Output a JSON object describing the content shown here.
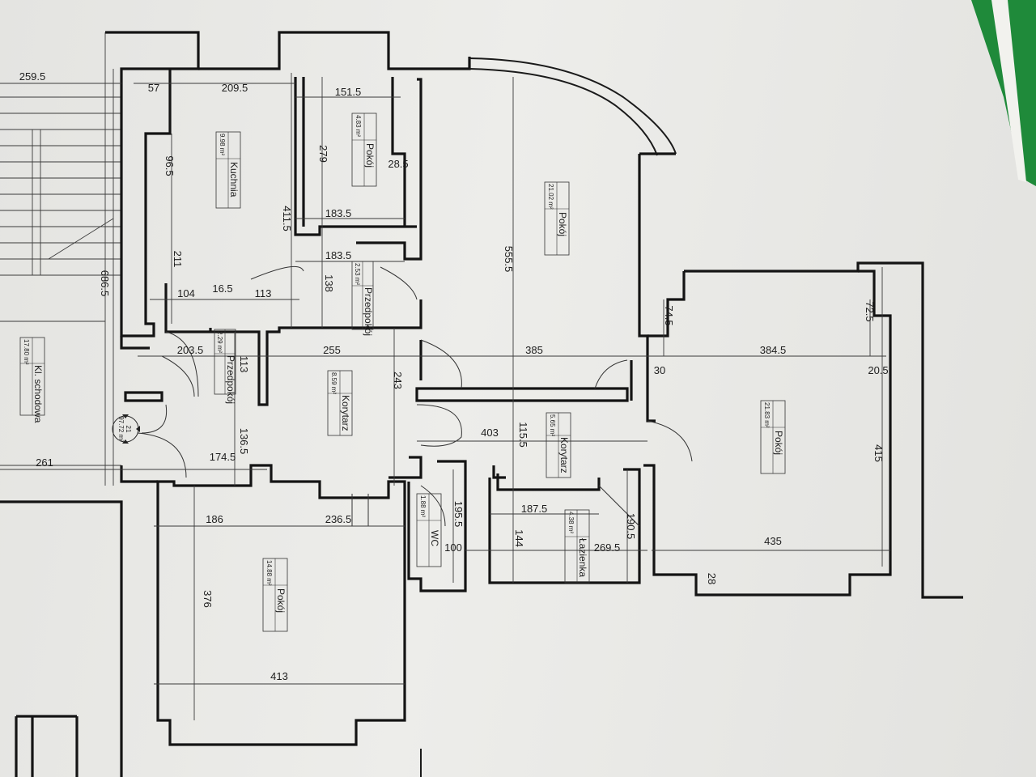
{
  "plan": {
    "rooms": [
      {
        "name": "Kuchnia",
        "area": "9.98 m²"
      },
      {
        "name": "Pokój",
        "area": "4.83 m²"
      },
      {
        "name": "Pokój",
        "area": "21.02 m²"
      },
      {
        "name": "Przedpokój",
        "area": "2.53 m²"
      },
      {
        "name": "Przedpokój",
        "area": "2.29 m²"
      },
      {
        "name": "Kl. schodowa",
        "area": "17.80 m²"
      },
      {
        "name": "Korytarz",
        "area": "8.59 m²"
      },
      {
        "name": "Korytarz",
        "area": "5.65 m²"
      },
      {
        "name": "WC",
        "area": "1.88 m²"
      },
      {
        "name": "Łazienka",
        "area": "4.38 m²"
      },
      {
        "name": "Pokój",
        "area": "21.83 m²"
      },
      {
        "name": "Pokój",
        "area": "14.88 m²"
      }
    ],
    "unit_marker": {
      "number": "21",
      "area": "97.72 m²"
    },
    "dimensions": [
      "259.5",
      "57",
      "209.5",
      "151.5",
      "96.5",
      "279",
      "28.5",
      "411.5",
      "183.5",
      "555.5",
      "211",
      "686.5",
      "183.5",
      "138",
      "104",
      "16.5",
      "113",
      "74.5",
      "72.5",
      "203.5",
      "255",
      "385",
      "384.5",
      "113",
      "30",
      "20.5",
      "243",
      "403",
      "115.5",
      "415",
      "136.5",
      "261",
      "174.5",
      "236.5",
      "186",
      "187.5",
      "195.5",
      "190.5",
      "100",
      "144",
      "269.5",
      "435",
      "28",
      "376",
      "413"
    ]
  }
}
